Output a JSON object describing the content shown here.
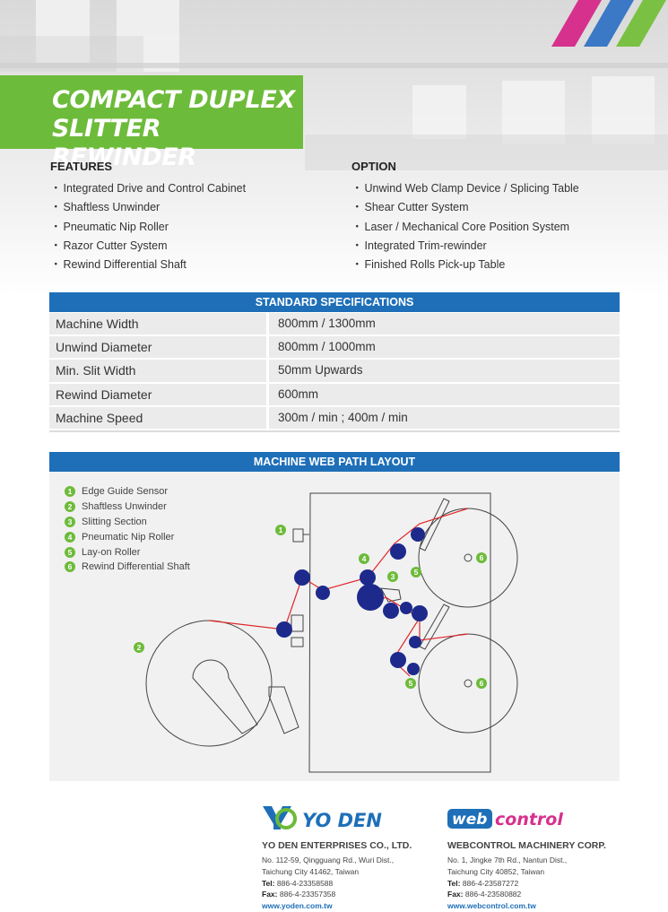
{
  "header": {
    "title_line1": "COMPACT DUPLEX",
    "title_line2": "SLITTER REWINDER"
  },
  "colors": {
    "accent_green": "#6dbb3a",
    "accent_blue": "#1e6fb8",
    "stripe_magenta": "#d6318c",
    "stripe_blue": "#3b78c6",
    "stripe_green": "#7ac143"
  },
  "features": {
    "heading": "FEATURES",
    "items": [
      "Integrated Drive and Control Cabinet",
      "Shaftless Unwinder",
      "Pneumatic Nip Roller",
      "Razor Cutter System",
      "Rewind Differential Shaft"
    ]
  },
  "option": {
    "heading": "OPTION",
    "items": [
      "Unwind Web Clamp Device / Splicing Table",
      "Shear Cutter System",
      "Laser / Mechanical Core Position System",
      "Integrated Trim-rewinder",
      "Finished Rolls Pick-up Table"
    ]
  },
  "specifications": {
    "heading": "STANDARD SPECIFICATIONS",
    "rows": [
      {
        "label": "Machine Width",
        "value": "800mm / 1300mm"
      },
      {
        "label": "Unwind Diameter",
        "value": "800mm / 1000mm"
      },
      {
        "label": "Min. Slit Width",
        "value": "50mm Upwards"
      },
      {
        "label": "Rewind Diameter",
        "value": "600mm"
      },
      {
        "label": "Machine Speed",
        "value": "300m / min ; 400m / min"
      }
    ]
  },
  "web_path": {
    "heading": "MACHINE WEB PATH LAYOUT",
    "legend": [
      {
        "num": "1",
        "label": "Edge Guide Sensor"
      },
      {
        "num": "2",
        "label": "Shaftless Unwinder"
      },
      {
        "num": "3",
        "label": "Slitting Section"
      },
      {
        "num": "4",
        "label": "Pneumatic Nip Roller"
      },
      {
        "num": "5",
        "label": "Lay-on Roller"
      },
      {
        "num": "6",
        "label": "Rewind Differential Shaft"
      }
    ],
    "callouts": {
      "edge_guide": "1",
      "unwinder": "2",
      "slitting": "3",
      "nip_roller": "4",
      "layon_top": "5",
      "layon_bottom": "5",
      "shaft_top": "6",
      "shaft_bottom": "6"
    }
  },
  "companies": {
    "yoden": {
      "logo_text": "YO DEN",
      "name": "YO DEN ENTERPRISES CO., LTD.",
      "address1": "No. 112-59, Qingguang Rd., Wuri Dist.,",
      "address2": "Taichung City 41462, Taiwan",
      "tel_label": "Tel:",
      "tel": "886-4-23358588",
      "fax_label": "Fax:",
      "fax": "886-4-23357358",
      "url": "www.yoden.com.tw"
    },
    "webcontrol": {
      "logo_web": "web",
      "logo_control": "control",
      "name": "WEBCONTROL MACHINERY CORP.",
      "address1": "No. 1, Jingke 7th Rd., Nantun Dist.,",
      "address2": "Taichung City 40852, Taiwan",
      "tel_label": "Tel:",
      "tel": "886-4-23587272",
      "fax_label": "Fax:",
      "fax": "886-4-23580882",
      "url": "www.webcontrol.com.tw"
    }
  }
}
